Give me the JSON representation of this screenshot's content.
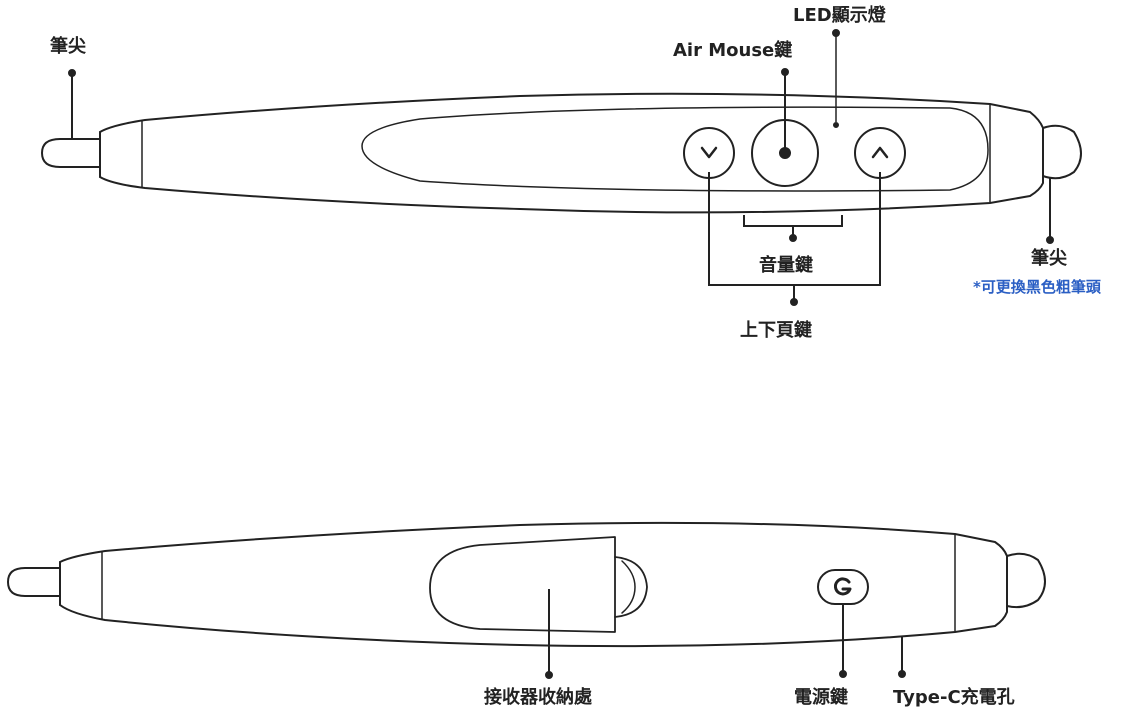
{
  "labels": {
    "tip_left_top": "筆尖",
    "led_light": "LED顯示燈",
    "air_mouse_key": "Air Mouse鍵",
    "volume_keys": "音量鍵",
    "page_keys": "上下頁鍵",
    "tip_right_top": "筆尖",
    "tip_note": "*可更換黑色粗筆頭",
    "receiver_storage": "接收器收納處",
    "power_key": "電源鍵",
    "typec_port": "Type-C充電孔"
  },
  "colors": {
    "outline": "#222222",
    "text": "#222222",
    "note": "#2b5fc4"
  }
}
